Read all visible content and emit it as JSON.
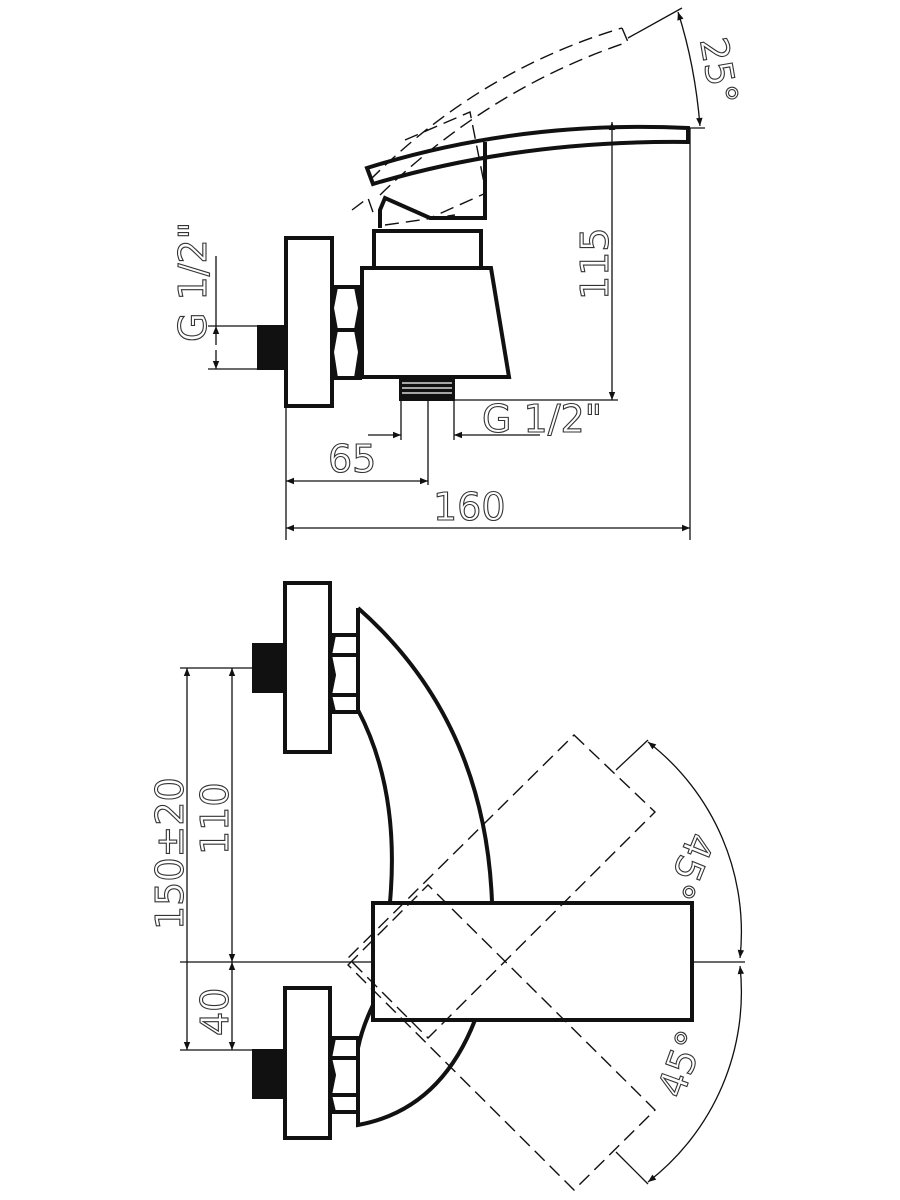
{
  "side_view": {
    "dim_height": "115",
    "dim_total_length": "160",
    "dim_outlet_offset": "65",
    "dim_inlet_thread": "G 1/2\"",
    "dim_outlet_thread": "G 1/2\"",
    "dim_lever_angle": "25°"
  },
  "top_view": {
    "dim_center_distance": "150±20",
    "dim_upper": "110",
    "dim_lower": "40",
    "dim_rotation_up": "45°",
    "dim_rotation_down": "45°"
  }
}
